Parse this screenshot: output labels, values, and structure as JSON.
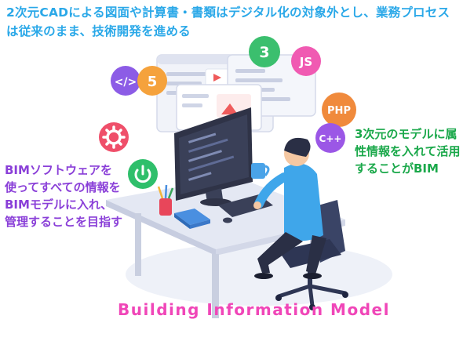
{
  "captions": {
    "top": "2次元CADによる図面や計算書・書類はデジタル化の対象外とし、業務プロセスは従来のまま、技術開発を進める",
    "left": "BIMソフトウェアを使ってすべての情報をBIMモデルに入れ、管理することを目指す",
    "right": "3次元のモデルに属性情報を入れて活用することがBIM",
    "bottom": "Building Information Model"
  },
  "badges": {
    "code": "</>",
    "html": "5",
    "css": "3",
    "js": "JS",
    "php": "PHP",
    "cpp": "C++"
  },
  "colors": {
    "top_caption": "#2aa8e8",
    "left_caption": "#8a3fd8",
    "right_caption": "#1aa84a",
    "bottom_caption": "#f046b8"
  }
}
